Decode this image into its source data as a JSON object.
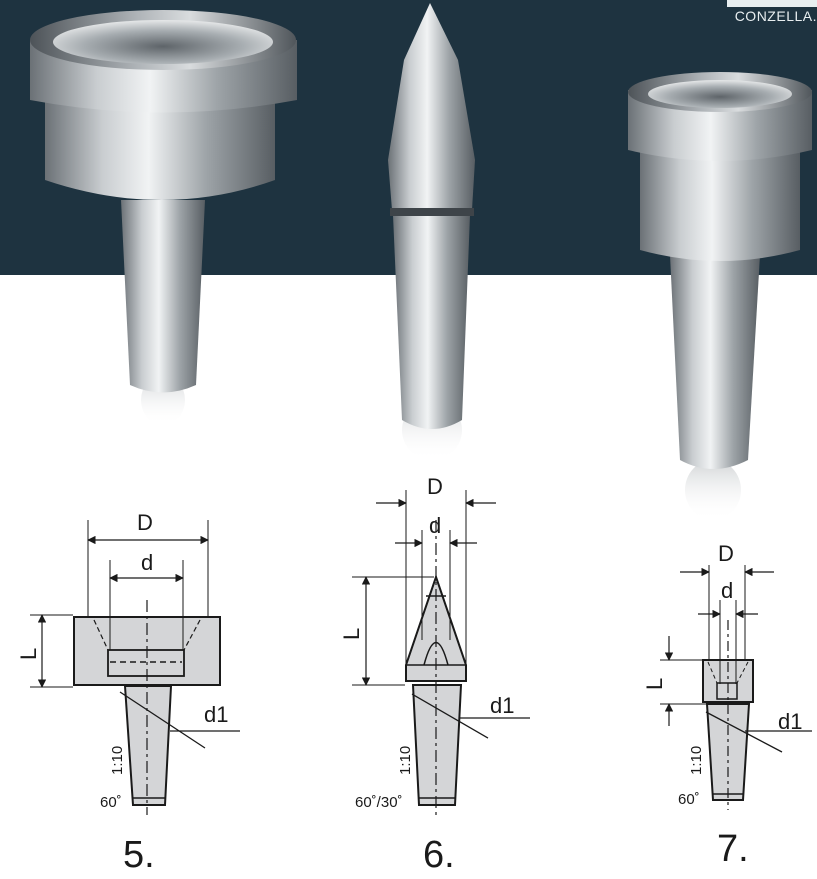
{
  "brand": {
    "text": "CONZELLA.",
    "accent_color": "#e8eef0"
  },
  "colors": {
    "band": "#1e3340",
    "steel_light": "#d6d9db",
    "steel_dark": "#5f666b",
    "drawing_fill": "#d4d5d7",
    "line": "#1a1a1a"
  },
  "products": [
    {
      "number": "5.",
      "labels": {
        "D": "D",
        "d": "d",
        "L": "L",
        "d1": "d1",
        "taper": "1:10",
        "angle": "60˚"
      }
    },
    {
      "number": "6.",
      "labels": {
        "D": "D",
        "d": "d",
        "L": "L",
        "d1": "d1",
        "taper": "1:10",
        "angle": "60˚/30˚"
      }
    },
    {
      "number": "7.",
      "labels": {
        "D": "D",
        "d": "d",
        "L": "L",
        "d1": "d1",
        "taper": "1:10",
        "angle": "60˚"
      }
    }
  ]
}
